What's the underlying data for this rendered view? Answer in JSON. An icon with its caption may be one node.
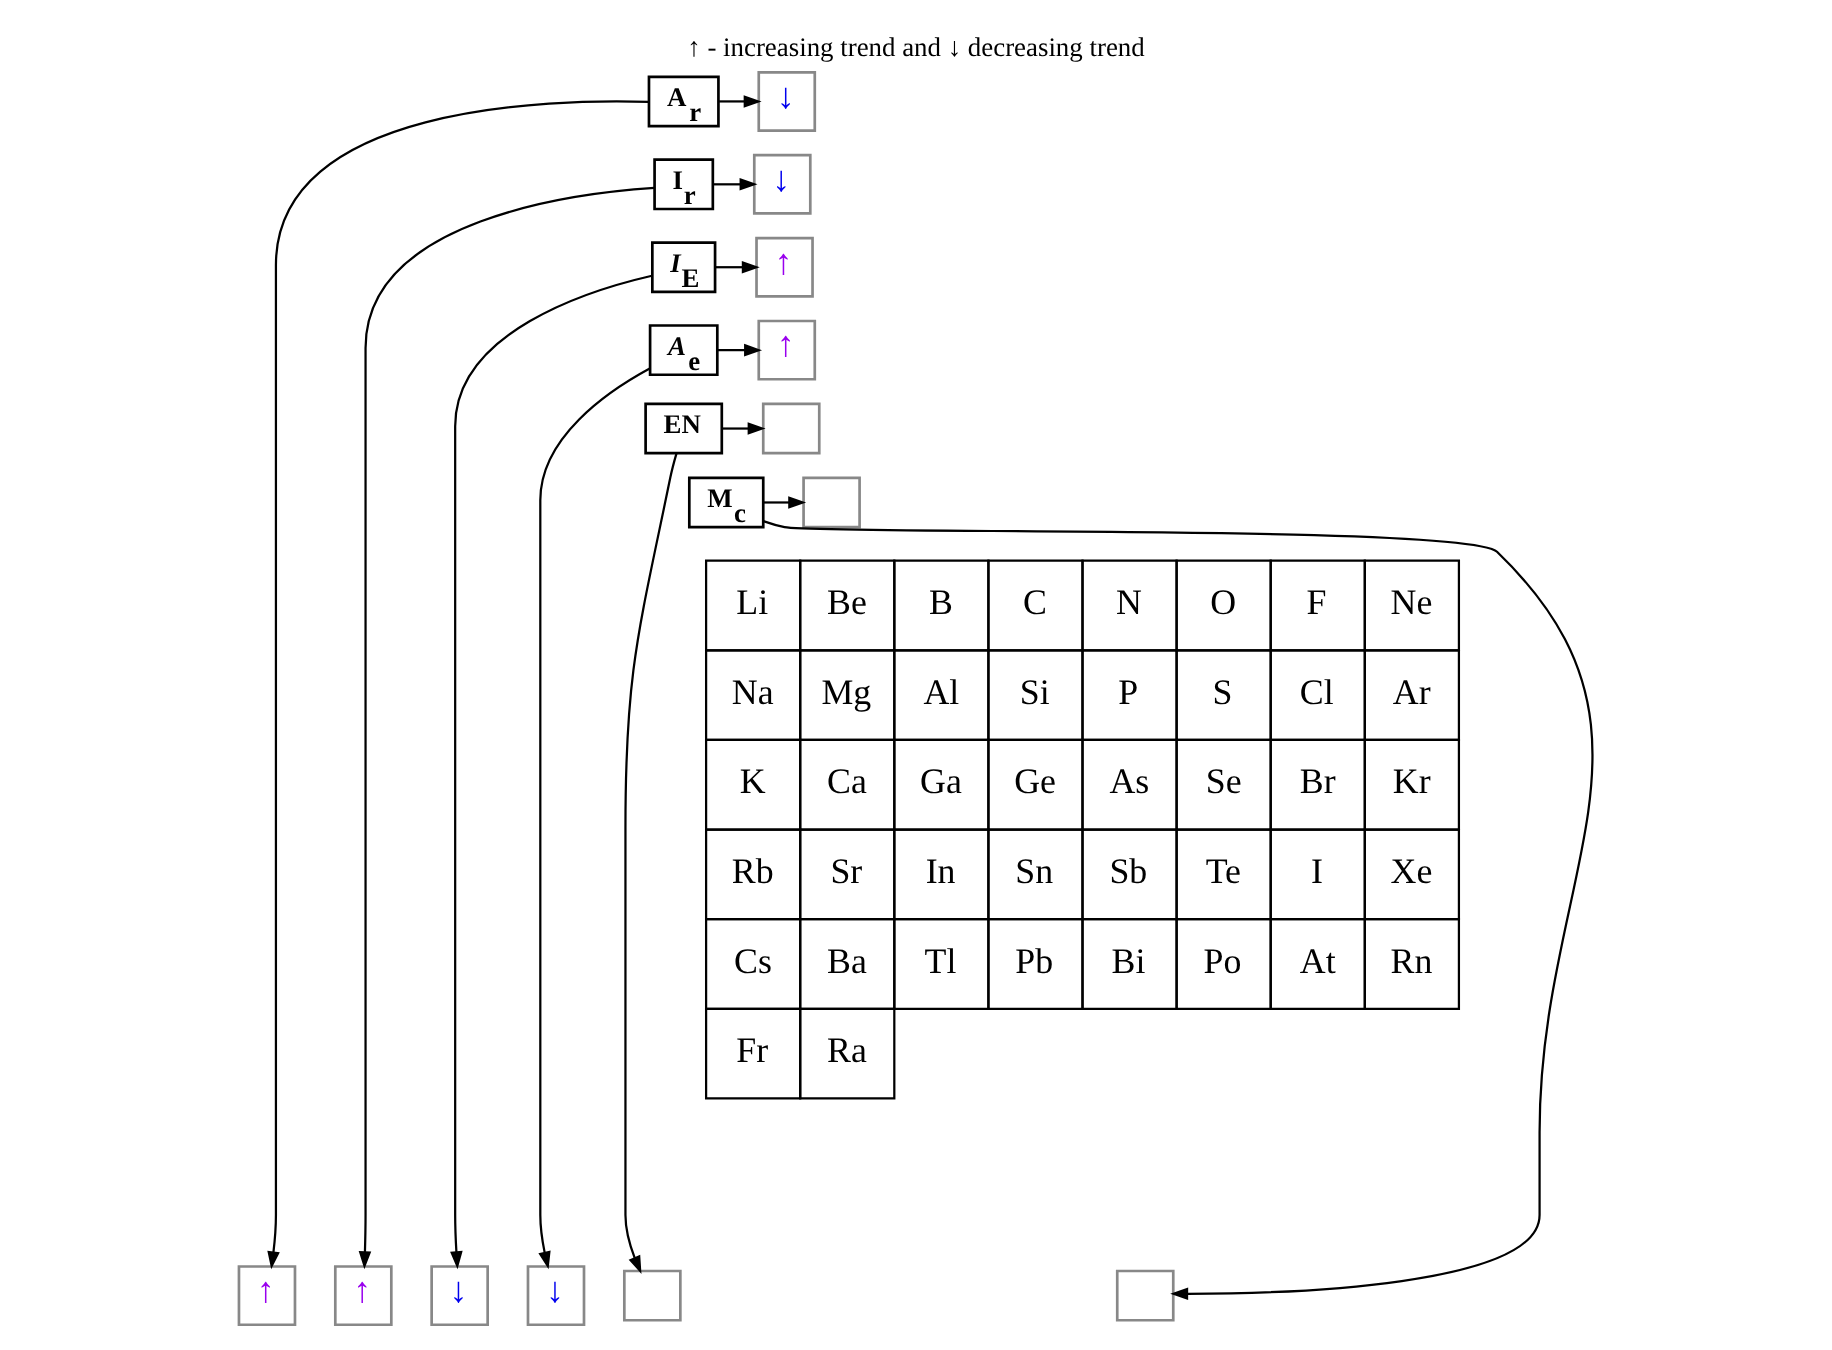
{
  "diagram": {
    "title": "↑ - increasing trend and ↓ decreasing trend",
    "nodes": [
      {
        "text": [
          "A$_{r}$"
        ]
      },
      {
        "text": [
          "I$_{r}$"
        ]
      },
      {
        "text": [
          "*I*$_{E}$"
        ]
      },
      {
        "text": [
          "*A*$_{e}$"
        ]
      },
      {
        "text": [
          "EN"
        ]
      },
      {
        "text": [
          "M$_{c}$"
        ]
      },
      {
        "text": [
          "↓"
        ]
      },
      {
        "text": [
          "↓"
        ]
      },
      {
        "text": [
          "↑"
        ]
      },
      {
        "text": [
          "↑"
        ]
      },
      {
        "text": [],
        "shape": "box"
      },
      {
        "text": [],
        "shape": "box"
      },
      {
        "text": [
          "↑"
        ]
      },
      {
        "text": [
          "↑"
        ]
      },
      {
        "text": [
          "↓"
        ]
      },
      {
        "text": [
          "↓"
        ]
      },
      {
        "text": [],
        "shape": "box"
      },
      {
        "text": [],
        "shape": "box"
      }
    ],
    "edges": [
      {
        "from": 0,
        "to": 6,
        "arrow": "to"
      },
      {
        "from": 1,
        "to": 7,
        "arrow": "to"
      },
      {
        "from": 2,
        "to": 8,
        "arrow": "to"
      },
      {
        "from": 3,
        "to": 9,
        "arrow": "to"
      },
      {
        "from": 4,
        "to": 10,
        "arrow": "to"
      },
      {
        "from": 5,
        "to": 11,
        "arrow": "to"
      },
      {
        "from": 0,
        "to": 12,
        "arrow": "to"
      },
      {
        "from": 1,
        "to": 13,
        "arrow": "to"
      },
      {
        "from": 2,
        "to": 14,
        "arrow": "to"
      },
      {
        "from": 3,
        "to": 15,
        "arrow": "to"
      },
      {
        "from": 4,
        "to": 16,
        "arrow": "to"
      },
      {
        "from": 5,
        "to": 17,
        "arrow": "to"
      }
    ],
    "labels": [
      "Li",
      "Be",
      "B",
      "C",
      "N",
      "O",
      "F",
      "Ne",
      "Na",
      "Mg",
      "Al",
      "Si",
      "P",
      "S",
      "Cl",
      "Ar",
      "K",
      "Ca",
      "Ga",
      "Ge",
      "As",
      "Se",
      "Br",
      "Kr",
      "Rb",
      "Sr",
      "In",
      "Sn",
      "Sb",
      "Te",
      "I",
      "Xe",
      "Cs",
      "Ba",
      "Tl",
      "Pb",
      "Bi",
      "Po",
      "At",
      "Rn",
      "Fr",
      "Ra"
    ]
  }
}
